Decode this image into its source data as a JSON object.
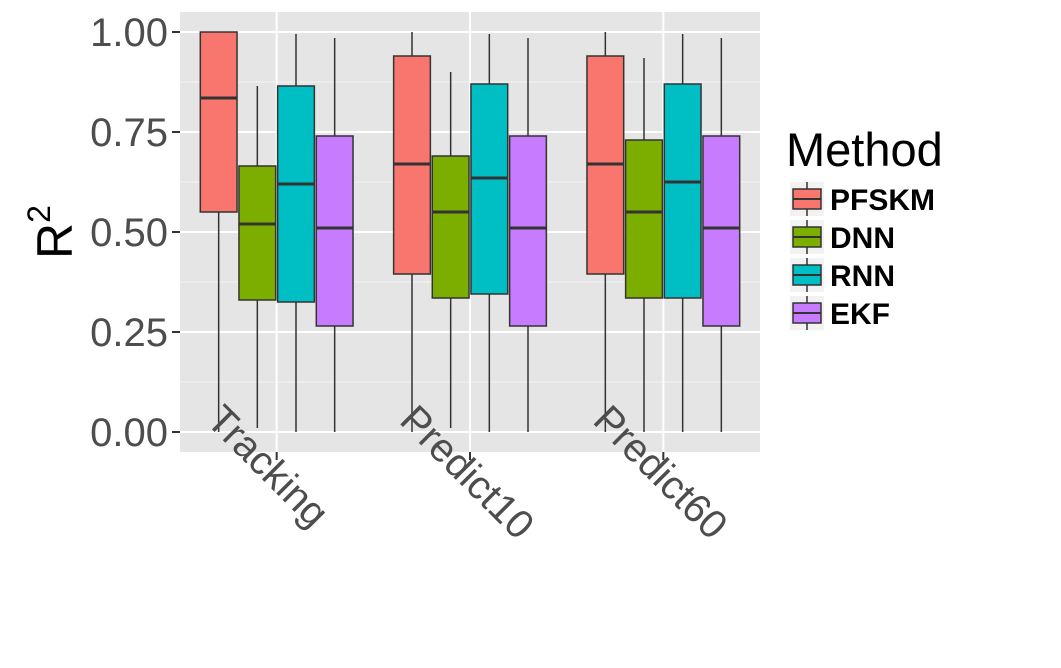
{
  "chart_data": {
    "type": "box",
    "ylabel": "R",
    "ylabel_superscript": "2",
    "xlabel": "",
    "ylim": [
      -0.05,
      1.05
    ],
    "yticks": [
      0.0,
      0.25,
      0.5,
      0.75,
      1.0
    ],
    "ytick_labels": [
      "0.00",
      "0.25",
      "0.50",
      "0.75",
      "1.00"
    ],
    "categories": [
      "Tracking",
      "Predict10",
      "Predict60"
    ],
    "grid": true,
    "legend": {
      "title": "Method",
      "position": "right"
    },
    "series": [
      {
        "name": "PFSKM",
        "color": "#F8766D",
        "boxes": [
          {
            "min": 0.0,
            "q1": 0.55,
            "median": 0.835,
            "q3": 1.0,
            "max": 1.0
          },
          {
            "min": 0.0,
            "q1": 0.395,
            "median": 0.67,
            "q3": 0.94,
            "max": 1.0
          },
          {
            "min": 0.0,
            "q1": 0.395,
            "median": 0.67,
            "q3": 0.94,
            "max": 1.0
          }
        ]
      },
      {
        "name": "DNN",
        "color": "#7CAE00",
        "boxes": [
          {
            "min": 0.01,
            "q1": 0.33,
            "median": 0.52,
            "q3": 0.665,
            "max": 0.865
          },
          {
            "min": 0.01,
            "q1": 0.335,
            "median": 0.55,
            "q3": 0.69,
            "max": 0.9
          },
          {
            "min": 0.0,
            "q1": 0.335,
            "median": 0.55,
            "q3": 0.73,
            "max": 0.935
          }
        ]
      },
      {
        "name": "RNN",
        "color": "#00BFC4",
        "boxes": [
          {
            "min": 0.0,
            "q1": 0.325,
            "median": 0.62,
            "q3": 0.865,
            "max": 0.995
          },
          {
            "min": 0.0,
            "q1": 0.345,
            "median": 0.635,
            "q3": 0.87,
            "max": 0.995
          },
          {
            "min": 0.0,
            "q1": 0.335,
            "median": 0.625,
            "q3": 0.87,
            "max": 0.995
          }
        ]
      },
      {
        "name": "EKF",
        "color": "#C77CFF",
        "boxes": [
          {
            "min": 0.0,
            "q1": 0.265,
            "median": 0.51,
            "q3": 0.74,
            "max": 0.985
          },
          {
            "min": 0.0,
            "q1": 0.265,
            "median": 0.51,
            "q3": 0.74,
            "max": 0.985
          },
          {
            "min": 0.0,
            "q1": 0.265,
            "median": 0.51,
            "q3": 0.74,
            "max": 0.985
          }
        ]
      }
    ]
  }
}
